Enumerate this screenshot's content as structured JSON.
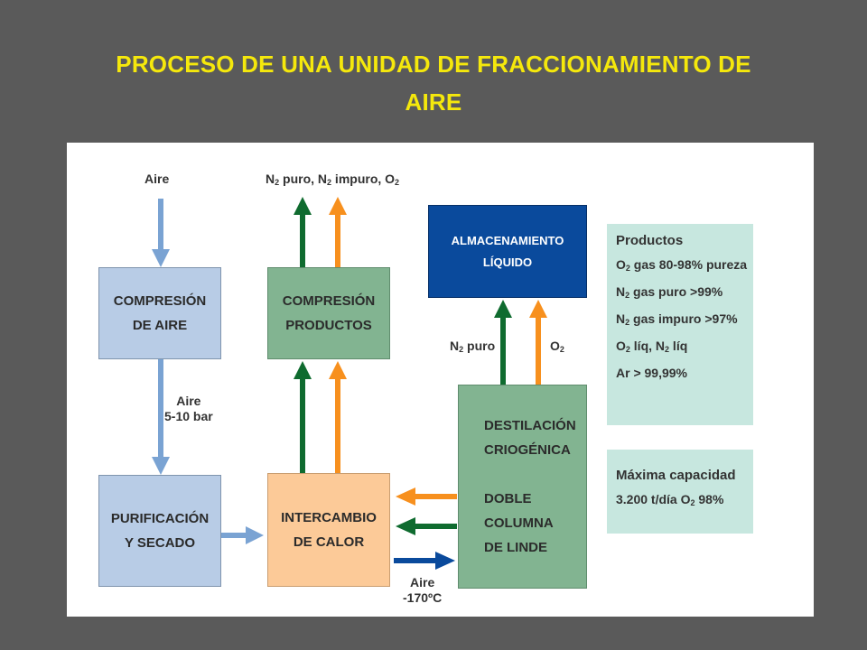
{
  "title": {
    "line1": "PROCESO DE UNA UNIDAD DE FRACCIONAMIENTO DE",
    "line2": "AIRE"
  },
  "boxes": {
    "compresion_aire": [
      "COMPRESIÓN",
      "DE AIRE"
    ],
    "purificacion": [
      "PURIFICACIÓN",
      "Y SECADO"
    ],
    "compresion_productos": [
      "COMPRESIÓN",
      "PRODUCTOS"
    ],
    "intercambio": [
      "INTERCAMBIO",
      "DE CALOR"
    ],
    "almacenamiento": [
      "ALMACENAMIENTO",
      "LÍQUIDO"
    ],
    "destilacion": [
      "DESTILACIÓN",
      "CRIOGÉNICA",
      "",
      "DOBLE",
      "COLUMNA",
      "DE LINDE"
    ]
  },
  "labels": {
    "aire_in": "Aire",
    "aire_pressure": [
      "Aire",
      "5-10 bar"
    ],
    "products_out": {
      "n": "N",
      "sub1": "2",
      "puro": " puro, N",
      "sub2": "2",
      "impuro": " impuro, O",
      "sub3": "2"
    },
    "n2_puro": {
      "n": "N",
      "sub": "2",
      "rest": " puro"
    },
    "o2": {
      "o": "O",
      "sub": "2"
    },
    "aire_cold": [
      "Aire",
      "-170ºC"
    ]
  },
  "productos": {
    "heading": "Productos",
    "items": [
      {
        "a": "O",
        "sub": "2",
        "b": " gas 80-98% pureza"
      },
      {
        "a": "N",
        "sub": "2",
        "b": " gas puro >99%"
      },
      {
        "a": "N",
        "sub": "2",
        "b": " gas impuro >97%"
      },
      {
        "a": "O",
        "sub": "2",
        "b": " líq, N",
        "sub2": "2",
        "c": " líq"
      },
      {
        "a": "Ar > 99,99%"
      }
    ]
  },
  "capacidad": {
    "heading": "Máxima capacidad",
    "line": {
      "a": "3.200 t/día O",
      "sub": "2",
      "b": " 98%"
    }
  },
  "colors": {
    "blue_arrow": "#7aa3d3",
    "green_arrow": "#0f6b2f",
    "orange_arrow": "#f7901e",
    "navy_arrow": "#0a4a9c"
  }
}
